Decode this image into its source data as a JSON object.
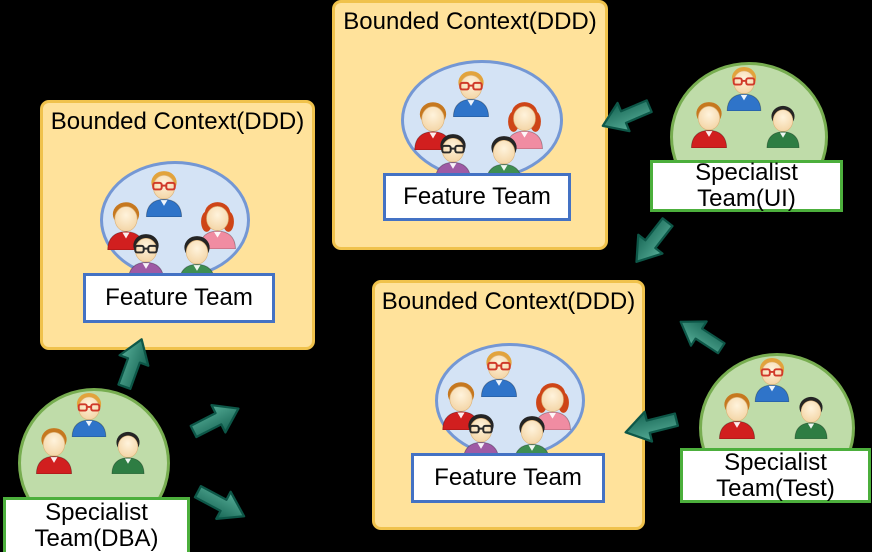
{
  "colors": {
    "canvas-bg": "#000000",
    "context-box-fill": "#FFE29B",
    "context-box-border": "#F0C24C",
    "team-circle-fill": "#D4E3F5",
    "team-circle-border": "#7497D4",
    "feature-label-bg": "#FFFFFF",
    "feature-label-border": "#4472C4",
    "specialist-circle-fill": "#BFDCA9",
    "specialist-circle-border": "#77AD50",
    "specialist-label-bg": "#FFFFFF",
    "specialist-label-border": "#4CAF3C",
    "arrow-fill-light": "#55AC96",
    "arrow-fill-dark": "#176655",
    "arrow-stroke": "#0D5748",
    "text": "#000000"
  },
  "bounded_contexts": [
    {
      "position": "left",
      "title": "Bounded Context(DDD)",
      "team_label": "Feature Team"
    },
    {
      "position": "top",
      "title": "Bounded Context(DDD)",
      "team_label": "Feature Team"
    },
    {
      "position": "bottom",
      "title": "Bounded Context(DDD)",
      "team_label": "Feature Team"
    }
  ],
  "specialist_teams": [
    {
      "position": "bottom-left",
      "label_line1": "Specialist",
      "label_line2": "Team(DBA)"
    },
    {
      "position": "right",
      "label_line1": "Specialist",
      "label_line2": "Team(UI)"
    },
    {
      "position": "bottom-right",
      "label_line1": "Specialist",
      "label_line2": "Team(Test)"
    }
  ],
  "people": {
    "feature_members": [
      {
        "name": "blonde-glasses-blue-shirt",
        "hair": "#E2A33C",
        "shirt": "#2F74C9",
        "glasses": "#D03A2A"
      },
      {
        "name": "orange-hair-red-shirt",
        "hair": "#C6781F",
        "shirt": "#D11F1F"
      },
      {
        "name": "redhead-woman-pink-shirt",
        "hair": "#CE4517",
        "shirt": "#F08CA2",
        "style": "woman"
      },
      {
        "name": "black-hair-glasses-purple-shirt",
        "hair": "#242424",
        "shirt": "#9E5AA5",
        "glasses": "#2A2A2A"
      },
      {
        "name": "black-hair-green-shirt",
        "hair": "#242424",
        "shirt": "#3E8E52"
      }
    ],
    "specialist_members": [
      {
        "name": "blonde-glasses-blue-shirt",
        "hair": "#E2A33C",
        "shirt": "#2F74C9",
        "glasses": "#D03A2A"
      },
      {
        "name": "orange-hair-red-shirt",
        "hair": "#C6781F",
        "shirt": "#D11F1F"
      },
      {
        "name": "black-hair-darkgreen-shirt",
        "hair": "#242424",
        "shirt": "#2E7D43"
      }
    ]
  },
  "arrows": [
    {
      "name": "specialist-ui-to-top-context",
      "direction": "left-down"
    },
    {
      "name": "specialist-ui-to-bottom-context",
      "direction": "down-left"
    },
    {
      "name": "specialist-test-to-top-context",
      "direction": "up-left"
    },
    {
      "name": "specialist-test-to-bottom-context",
      "direction": "left"
    },
    {
      "name": "specialist-dba-to-left-context",
      "direction": "up"
    },
    {
      "name": "specialist-dba-outward-upper",
      "direction": "right-up"
    },
    {
      "name": "specialist-dba-outward-lower",
      "direction": "right-down"
    }
  ]
}
